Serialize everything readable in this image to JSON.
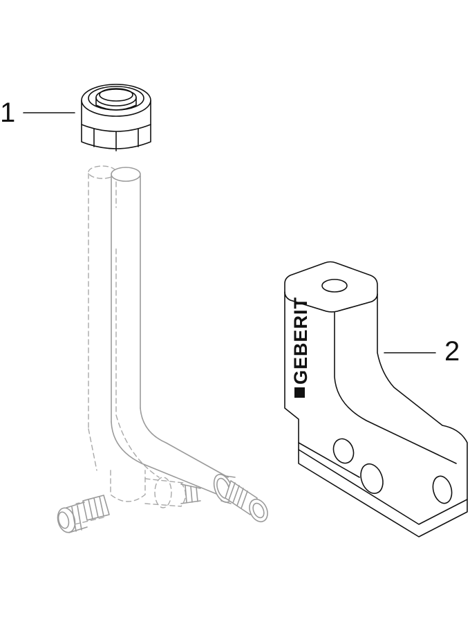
{
  "callouts": [
    {
      "number": "1",
      "part": "compression-nut"
    },
    {
      "number": "2",
      "part": "insulation-block"
    }
  ],
  "brand": {
    "text": "GEBERIT"
  }
}
